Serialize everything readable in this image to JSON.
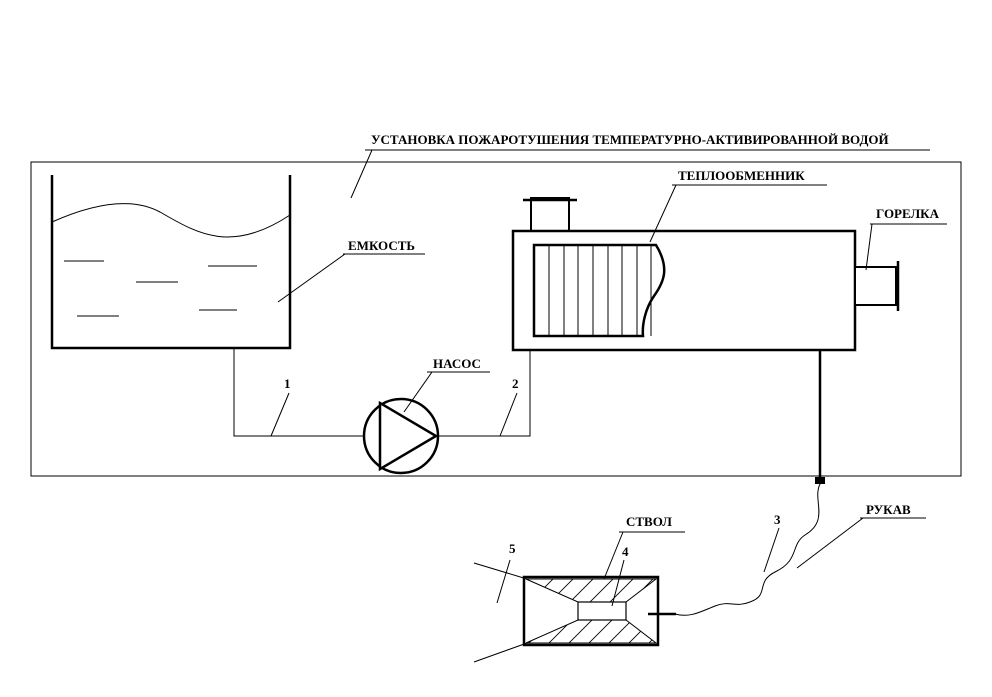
{
  "title": "УСТАНОВКА ПОЖАРОТУШЕНИЯ ТЕМПЕРАТУРНО-АКТИВИРОВАННОЙ ВОДОЙ",
  "labels": {
    "tank": "ЕМКОСТЬ",
    "heat_exchanger": "ТЕПЛООБМЕННИК",
    "burner": "ГОРЕЛКА",
    "pump": "НАСОС",
    "nozzle": "СТВОЛ",
    "hose": "РУКАВ"
  },
  "numbers": {
    "n1": "1",
    "n2": "2",
    "n3": "3",
    "n4": "4",
    "n5": "5"
  }
}
